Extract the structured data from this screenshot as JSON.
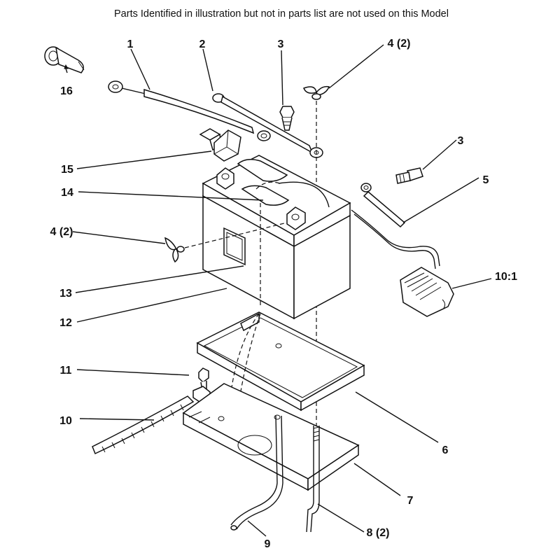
{
  "header": {
    "note": "Parts Identified  in illustration but not in parts list are not used on this Model"
  },
  "callouts": {
    "c1": "1",
    "c2": "2",
    "c3a": "3",
    "c3b": "3",
    "c4a": "4 (2)",
    "c4b": "4 (2)",
    "c5": "5",
    "c6": "6",
    "c7": "7",
    "c8": "8 (2)",
    "c9": "9",
    "c10": "10",
    "c10_1": "10:1",
    "c11": "11",
    "c12": "12",
    "c13": "13",
    "c14": "14",
    "c15": "15",
    "c16": "16"
  }
}
